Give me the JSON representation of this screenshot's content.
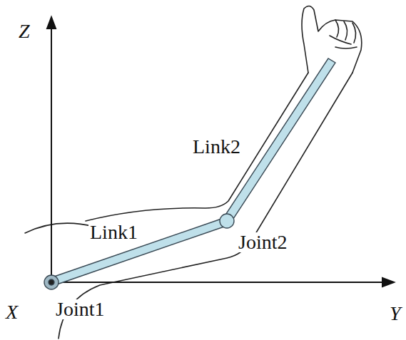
{
  "diagram": {
    "labels": [
      "Z",
      "X",
      "Y",
      "Joint1",
      "Link1",
      "Link2",
      "Joint2"
    ]
  }
}
